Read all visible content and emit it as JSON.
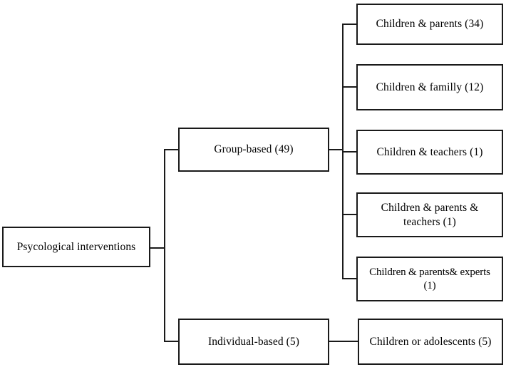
{
  "diagram": {
    "type": "tree",
    "title": "Psycological interventions",
    "orientation": "left-to-right",
    "colors": {
      "stroke": "#1a1a1a",
      "fill": "#ffffff",
      "text": "#000000"
    },
    "root": {
      "label": "Psycological interventions",
      "count": null
    },
    "branches": [
      {
        "label": "Group-based (49)",
        "count": 49,
        "children": [
          {
            "label": "Children & parents (34)",
            "count": 34
          },
          {
            "label": "Children & familly  (12)",
            "count": 12
          },
          {
            "label": "Children & teachers (1)",
            "count": 1
          },
          {
            "label": "Children & parents &\nteachers (1)",
            "count": 1
          },
          {
            "label": "Children & parents& experts\n(1)",
            "count": 1
          }
        ]
      },
      {
        "label": "Individual-based (5)",
        "count": 5,
        "children": [
          {
            "label": "Children or adolescents (5)",
            "count": 5
          }
        ]
      }
    ]
  }
}
